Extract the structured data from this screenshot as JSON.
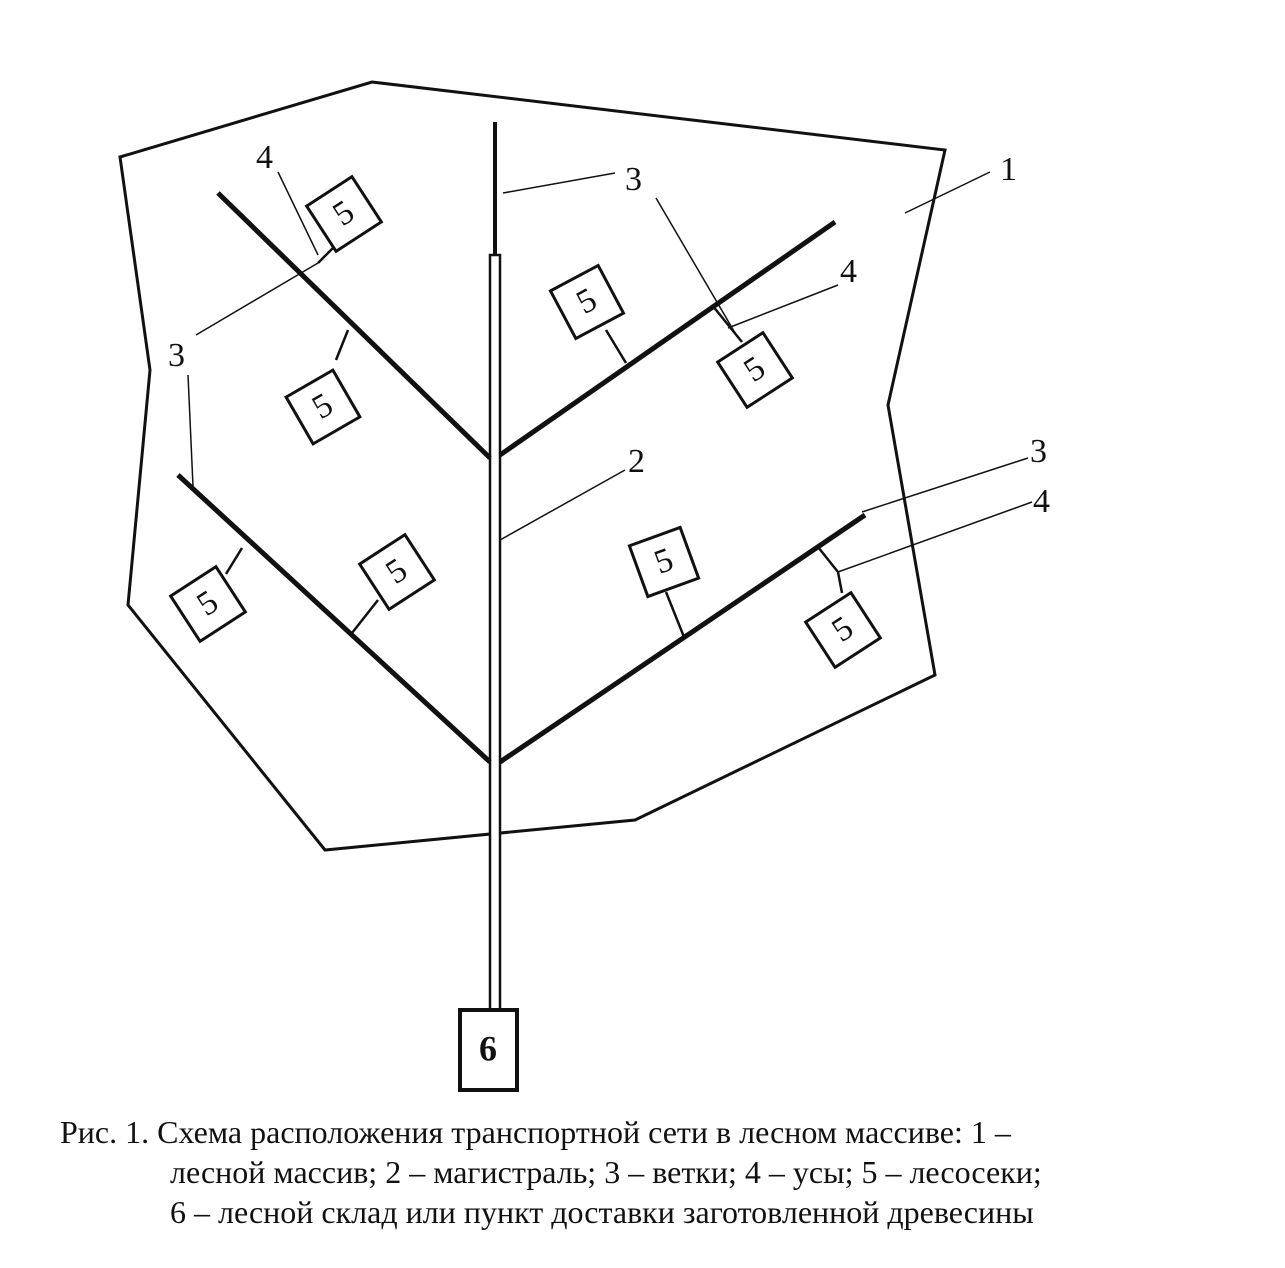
{
  "diagram": {
    "labels": {
      "massif": "1",
      "trunk": "2",
      "branch": "3",
      "spur": "4",
      "cutting_area": "5",
      "warehouse": "6"
    },
    "ink_color": "#111111"
  },
  "caption": {
    "line1": "Рис. 1. Схема расположения транспортной сети в лесном массиве: 1 –",
    "line2": "лесной массив; 2 – магистраль; 3 – ветки; 4 – усы; 5 – лесосеки;",
    "line3": "6 – лесной склад или пункт доставки заготовленной древесины"
  }
}
